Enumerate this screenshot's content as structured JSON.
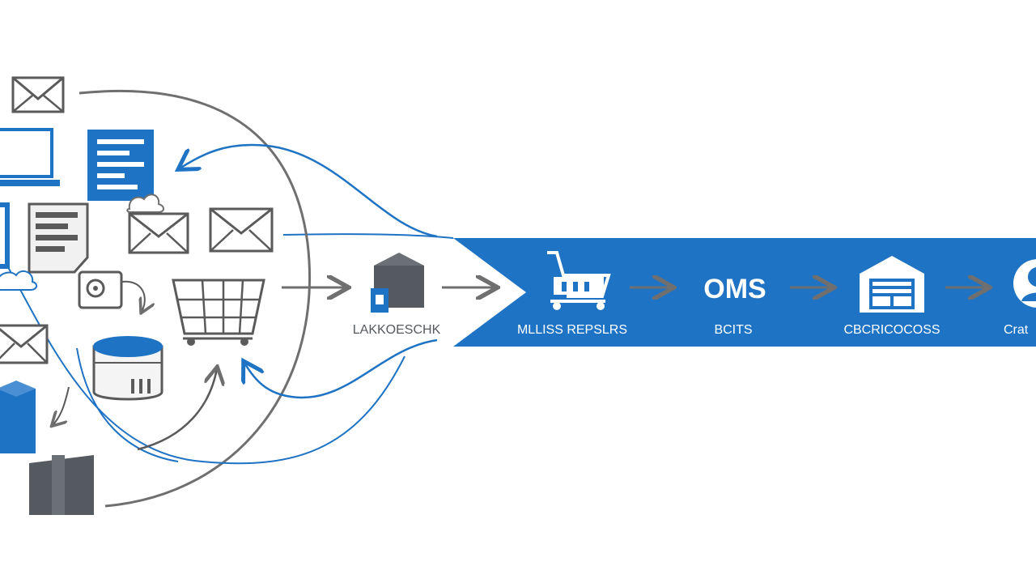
{
  "colors": {
    "primary_blue": "#1f73c4",
    "dark_gray": "#555a60",
    "mid_gray": "#6f6f6f",
    "icon_stroke": "#5a5a5a",
    "white": "#ffffff"
  },
  "flow": {
    "first_stage_label": "LAKKOESCHK",
    "stages": [
      {
        "icon": "shopping-cart-icon",
        "label": "MLLISS REPSLRS"
      },
      {
        "icon": "oms-text",
        "title": "OMS",
        "label": "BCITS"
      },
      {
        "icon": "warehouse-icon",
        "label": "CBCRICOCOSS"
      },
      {
        "icon": "person-icon",
        "label": "Crat"
      }
    ]
  },
  "left_cluster": {
    "icons": [
      "envelope-icon",
      "laptop-icon",
      "document-icon",
      "tablet-icon",
      "paper-icon",
      "envelope-icon",
      "envelope-icon",
      "webcam-icon",
      "shopping-cart-icon",
      "envelope-icon",
      "database-icon",
      "box-icon",
      "package-icon",
      "cloud-icon"
    ]
  }
}
